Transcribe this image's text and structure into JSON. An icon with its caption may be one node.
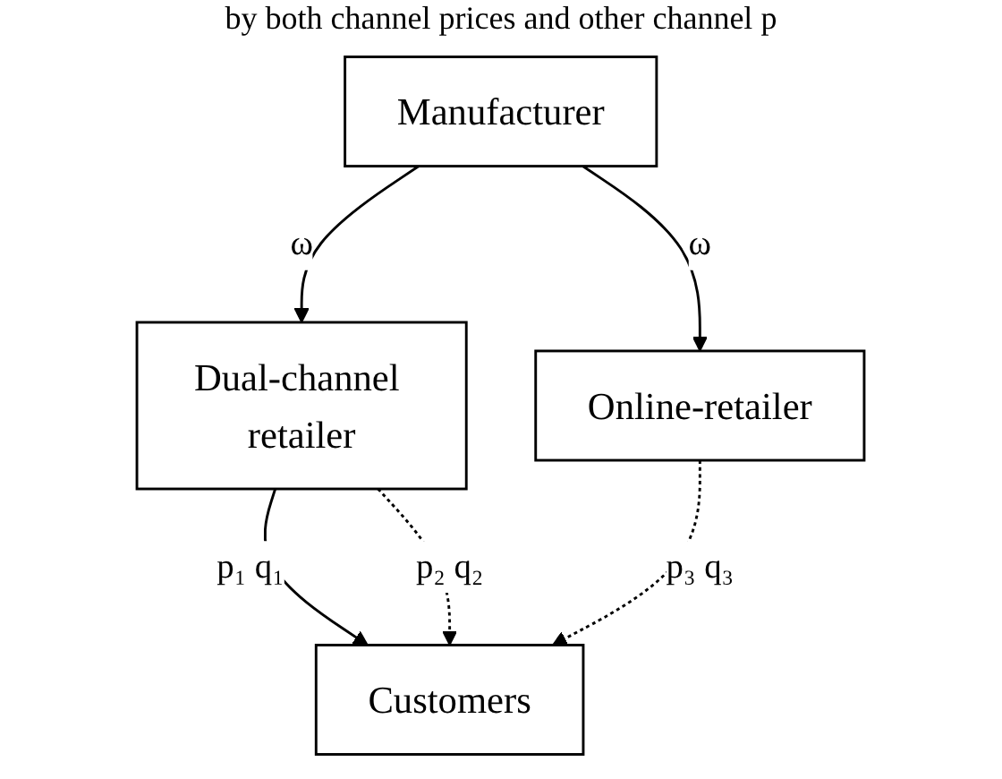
{
  "diagram": {
    "nodes": [
      {
        "text": [
          "Manufacturer"
        ]
      },
      {
        "text": [
          "Dual-channel retailer"
        ]
      },
      {
        "text": [
          "Online-retailer"
        ]
      },
      {
        "text": [
          "Customers"
        ]
      }
    ],
    "edges": [
      {
        "from": 0,
        "to": 1,
        "arrow": "to",
        "label": "ω"
      },
      {
        "from": 0,
        "to": 2,
        "arrow": "to",
        "label": "ω"
      },
      {
        "from": 1,
        "to": 3,
        "arrow": "to",
        "label": "p₁ q₁"
      },
      {
        "from": 1,
        "to": 3,
        "arrow": "to",
        "label": "p₂ q₂",
        "style": "dashed"
      },
      {
        "from": 2,
        "to": 3,
        "arrow": "to",
        "label": "p₃ q₃",
        "style": "dashed"
      }
    ],
    "labels": [
      "by both channel prices and other channel p"
    ]
  }
}
